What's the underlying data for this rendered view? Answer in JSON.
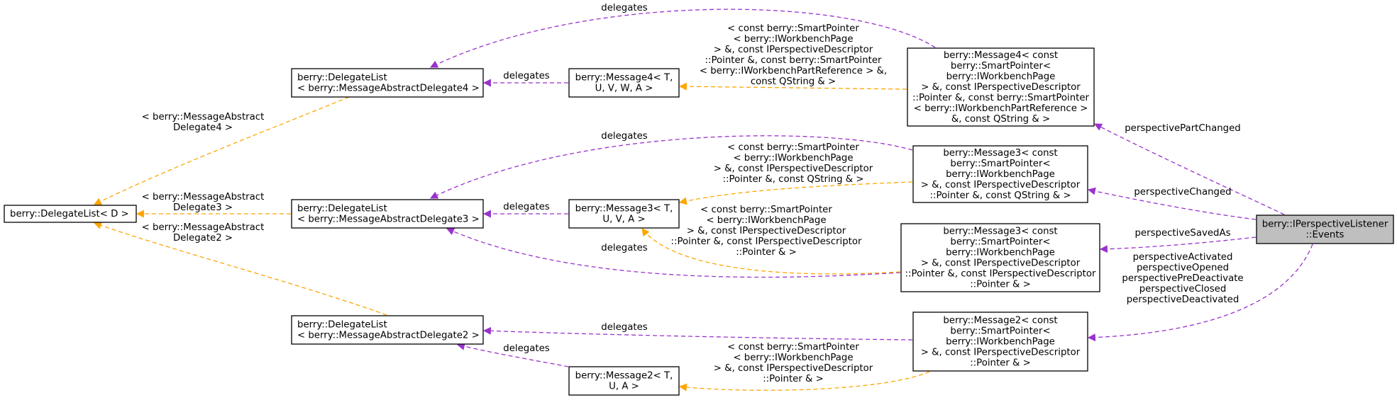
{
  "colors": {
    "background": "#ffffff",
    "node_fill": "#ffffff",
    "node_stroke": "#000000",
    "highlight_fill": "#bfbfbf",
    "delegates_edge": "#9a32cd",
    "template_edge": "#ffa500",
    "text": "#000000"
  },
  "nodes": [
    {
      "id": "delegatelist_d",
      "lines": [
        "berry::DelegateList< D >"
      ]
    },
    {
      "id": "delegatelist_4",
      "lines": [
        "berry::DelegateList",
        "< berry::MessageAbstractDelegate4 >"
      ]
    },
    {
      "id": "delegatelist_3",
      "lines": [
        "berry::DelegateList",
        "< berry::MessageAbstractDelegate3 >"
      ]
    },
    {
      "id": "delegatelist_2",
      "lines": [
        "berry::DelegateList",
        "< berry::MessageAbstractDelegate2 >"
      ]
    },
    {
      "id": "message4_tmpl",
      "lines": [
        "berry::Message4< T,",
        "U, V, W, A >"
      ]
    },
    {
      "id": "message3_tmpl",
      "lines": [
        "berry::Message3< T,",
        "U, V, A >"
      ]
    },
    {
      "id": "message2_tmpl",
      "lines": [
        "berry::Message2< T,",
        "U, A >"
      ]
    },
    {
      "id": "message4_inst",
      "lines": [
        "berry::Message4< const",
        "berry::SmartPointer<",
        "berry::IWorkbenchPage",
        "> &, const IPerspectiveDescriptor",
        "::Pointer &, const berry::SmartPointer",
        "< berry::IWorkbenchPartReference >",
        "&, const QString & >"
      ]
    },
    {
      "id": "message3_inst_a",
      "lines": [
        "berry::Message3< const",
        "berry::SmartPointer<",
        "berry::IWorkbenchPage",
        "> &, const IPerspectiveDescriptor",
        "::Pointer &, const QString & >"
      ]
    },
    {
      "id": "message3_inst_b",
      "lines": [
        "berry::Message3< const",
        "berry::SmartPointer<",
        "berry::IWorkbenchPage",
        "> &, const IPerspectiveDescriptor",
        "::Pointer &, const IPerspectiveDescriptor",
        "::Pointer & >"
      ]
    },
    {
      "id": "message2_inst",
      "lines": [
        "berry::Message2< const",
        "berry::SmartPointer<",
        "berry::IWorkbenchPage",
        "> &, const IPerspectiveDescriptor",
        "::Pointer & >"
      ]
    },
    {
      "id": "events",
      "highlighted": true,
      "lines": [
        "berry::IPerspectiveListener",
        "::Events"
      ]
    }
  ],
  "edges": [
    {
      "id": "e-dl4-dld",
      "kind": "template",
      "label": [
        "< berry::MessageAbstract",
        "Delegate4 >"
      ]
    },
    {
      "id": "e-dl3-dld",
      "kind": "template",
      "label": [
        "< berry::MessageAbstract",
        "Delegate3 >"
      ]
    },
    {
      "id": "e-dl2-dld",
      "kind": "template",
      "label": [
        "< berry::MessageAbstract",
        "Delegate2 >"
      ]
    },
    {
      "id": "e-m4t-dl4",
      "kind": "delegates",
      "label": [
        "delegates"
      ]
    },
    {
      "id": "e-m4i-dl4",
      "kind": "delegates",
      "label": [
        "delegates"
      ]
    },
    {
      "id": "e-m4i-m4t",
      "kind": "template",
      "label": [
        "< const berry::SmartPointer",
        "< berry::IWorkbenchPage",
        "> &, const IPerspectiveDescriptor",
        "::Pointer &, const berry::SmartPointer",
        "< berry::IWorkbenchPartReference > &,",
        "const QString & >"
      ]
    },
    {
      "id": "e-m3t-dl3",
      "kind": "delegates",
      "label": [
        "delegates"
      ]
    },
    {
      "id": "e-m3a-dl3",
      "kind": "delegates",
      "label": [
        "delegates"
      ]
    },
    {
      "id": "e-m3a-m3t",
      "kind": "template",
      "label": [
        "< const berry::SmartPointer",
        "< berry::IWorkbenchPage",
        "> &, const IPerspectiveDescriptor",
        "::Pointer &, const QString & >"
      ]
    },
    {
      "id": "e-m3b-dl3",
      "kind": "delegates",
      "label": [
        "delegates"
      ]
    },
    {
      "id": "e-m3b-m3t",
      "kind": "template",
      "label": [
        "< const berry::SmartPointer",
        "< berry::IWorkbenchPage",
        "> &, const IPerspectiveDescriptor",
        "::Pointer &, const IPerspectiveDescriptor",
        "::Pointer & >"
      ]
    },
    {
      "id": "e-m2t-dl2",
      "kind": "delegates",
      "label": [
        "delegates"
      ]
    },
    {
      "id": "e-m2i-dl2",
      "kind": "delegates",
      "label": [
        "delegates"
      ]
    },
    {
      "id": "e-m2i-m2t",
      "kind": "template",
      "label": [
        "< const berry::SmartPointer",
        "< berry::IWorkbenchPage",
        "> &, const IPerspectiveDescriptor",
        "::Pointer & >"
      ]
    },
    {
      "id": "e-ev-m4i",
      "kind": "delegates",
      "label": [
        "perspectivePartChanged"
      ]
    },
    {
      "id": "e-ev-m3a",
      "kind": "delegates",
      "label": [
        "perspectiveChanged"
      ]
    },
    {
      "id": "e-ev-m3b",
      "kind": "delegates",
      "label": [
        "perspectiveSavedAs"
      ]
    },
    {
      "id": "e-ev-m2i",
      "kind": "delegates",
      "label": [
        "perspectiveActivated",
        "perspectiveOpened",
        "perspectivePreDeactivate",
        "perspectiveClosed",
        "perspectiveDeactivated"
      ]
    }
  ]
}
